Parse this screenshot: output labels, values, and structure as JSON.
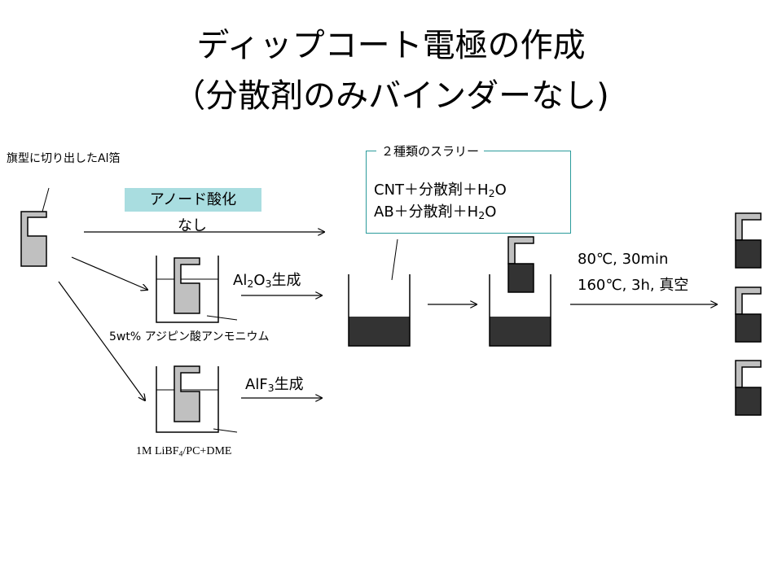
{
  "title": {
    "line1": "ディップコート電極の作成",
    "line2": "（分散剤のみバインダーなし)"
  },
  "labels": {
    "foil": "旗型に切り出したAl箔",
    "anodize": "アノード酸化",
    "none": "なし",
    "al2o3_prefix": "Al",
    "al2o3_sub1": "2",
    "al2o3_mid": "O",
    "al2o3_sub2": "3",
    "al2o3_suffix": "生成",
    "electrolyte1": "5wt%  アジピン酸アンモニウム",
    "alf3_prefix": "AlF",
    "alf3_sub": "3",
    "alf3_suffix": "生成",
    "electrolyte2_a": "1M   LiBF",
    "electrolyte2_sub": "4",
    "electrolyte2_b": "/PC+DME",
    "drying1": "80℃, 30min",
    "drying2": "160℃, 3h, 真空"
  },
  "slurry": {
    "title": "２種類のスラリー",
    "cnt_prefix": "CNT＋分散剤＋H",
    "cnt_sub": "2",
    "cnt_suffix": "O",
    "ab_prefix": "AB＋分散剤＋H",
    "ab_sub": "2",
    "ab_suffix": "O"
  },
  "colors": {
    "foil_fill": "#c0c0c0",
    "slurry_fill": "#333333",
    "anodize_bg": "#a9dde0",
    "box_border": "#2b9b9b"
  }
}
